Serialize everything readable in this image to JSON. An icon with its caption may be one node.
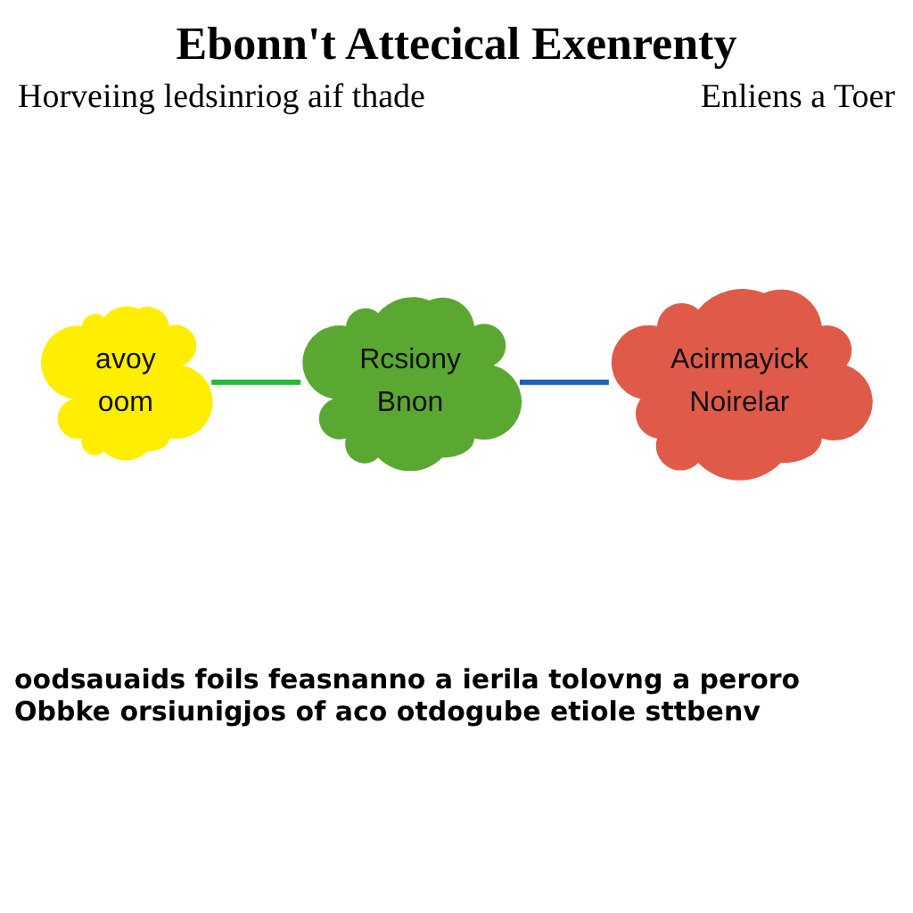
{
  "diagram": {
    "title": "Ebonn't Attecical Exenrenty",
    "nodes": [
      {
        "text": [
          "avoy",
          "oom"
        ]
      },
      {
        "text": [
          "Rcsiony",
          "Bnon"
        ]
      },
      {
        "text": [
          "Acirmayick",
          "Noirelar"
        ]
      }
    ],
    "edges": [
      {
        "from": 0,
        "to": 1,
        "arrow": "none",
        "color": "#22bb33"
      },
      {
        "from": 1,
        "to": 2,
        "arrow": "none",
        "color": "#1f5fc0"
      }
    ],
    "labels": [
      "Horveiing ledsinriog aif thade",
      "Enliens a Toer"
    ],
    "caption": "oodsauaids foils feasnanno a ierila tolovng a peroro Obbke orsiunigjos of aco otdogube etiole sttbenv"
  }
}
